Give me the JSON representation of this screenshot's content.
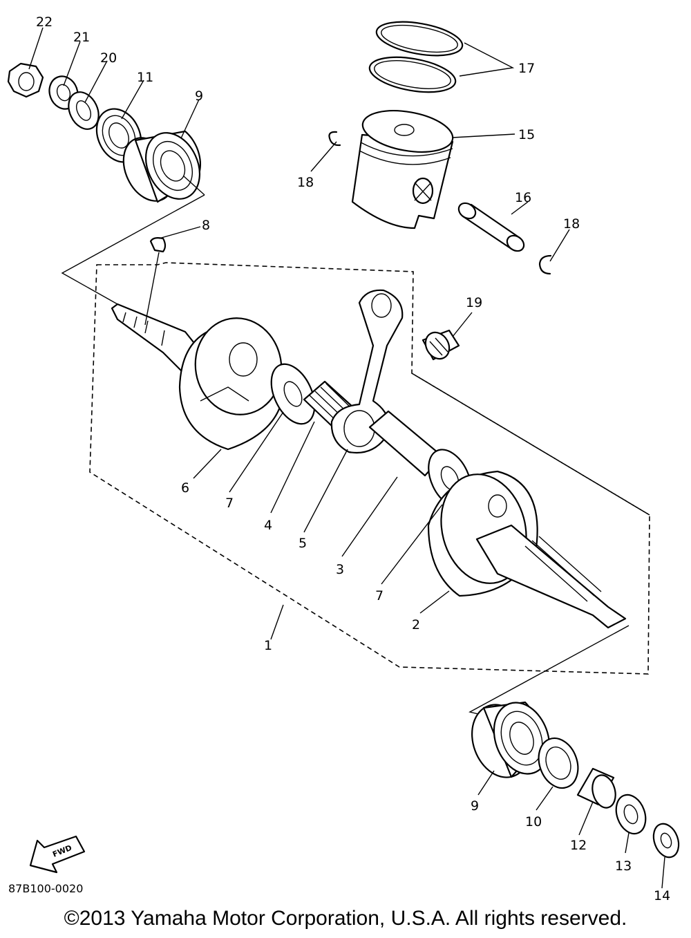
{
  "callouts": {
    "n22": "22",
    "n21": "21",
    "n20": "20",
    "n11": "11",
    "n9a": "9",
    "n17": "17",
    "n15": "15",
    "n18a": "18",
    "n16": "16",
    "n18b": "18",
    "n8": "8",
    "n19": "19",
    "n6": "6",
    "n7a": "7",
    "n4": "4",
    "n5": "5",
    "n3": "3",
    "n7b": "7",
    "n2": "2",
    "n1": "1",
    "n9b": "9",
    "n10": "10",
    "n12": "12",
    "n13": "13",
    "n14": "14"
  },
  "fwd_label": "FWD",
  "diagram_code": "87B100-0020",
  "copyright": "©2013 Yamaha Motor Corporation, U.S.A. All rights reserved."
}
